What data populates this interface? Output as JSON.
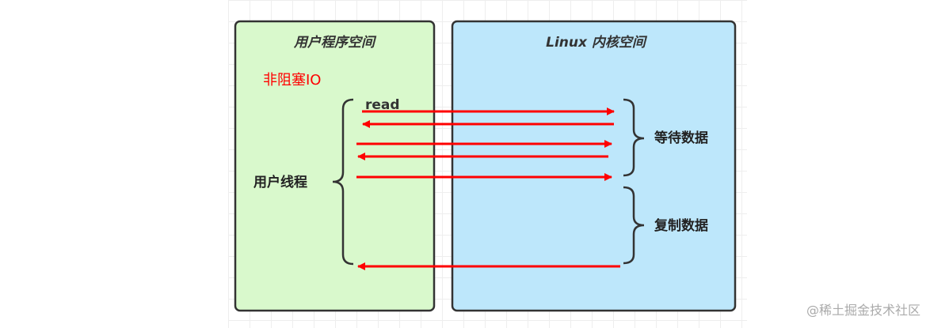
{
  "user_space": {
    "title": "用户程序空间",
    "mode_label": "非阻塞IO",
    "thread_label": "用户线程",
    "call_label": "read"
  },
  "kernel_space": {
    "title": "Linux 内核空间",
    "phase_wait": "等待数据",
    "phase_copy": "复制数据"
  },
  "colors": {
    "user_panel": "#d9f9cc",
    "kernel_panel": "#bde7fb",
    "arrow": "#ff0000",
    "border": "#333333"
  },
  "watermark": "@稀土掘金技术社区"
}
